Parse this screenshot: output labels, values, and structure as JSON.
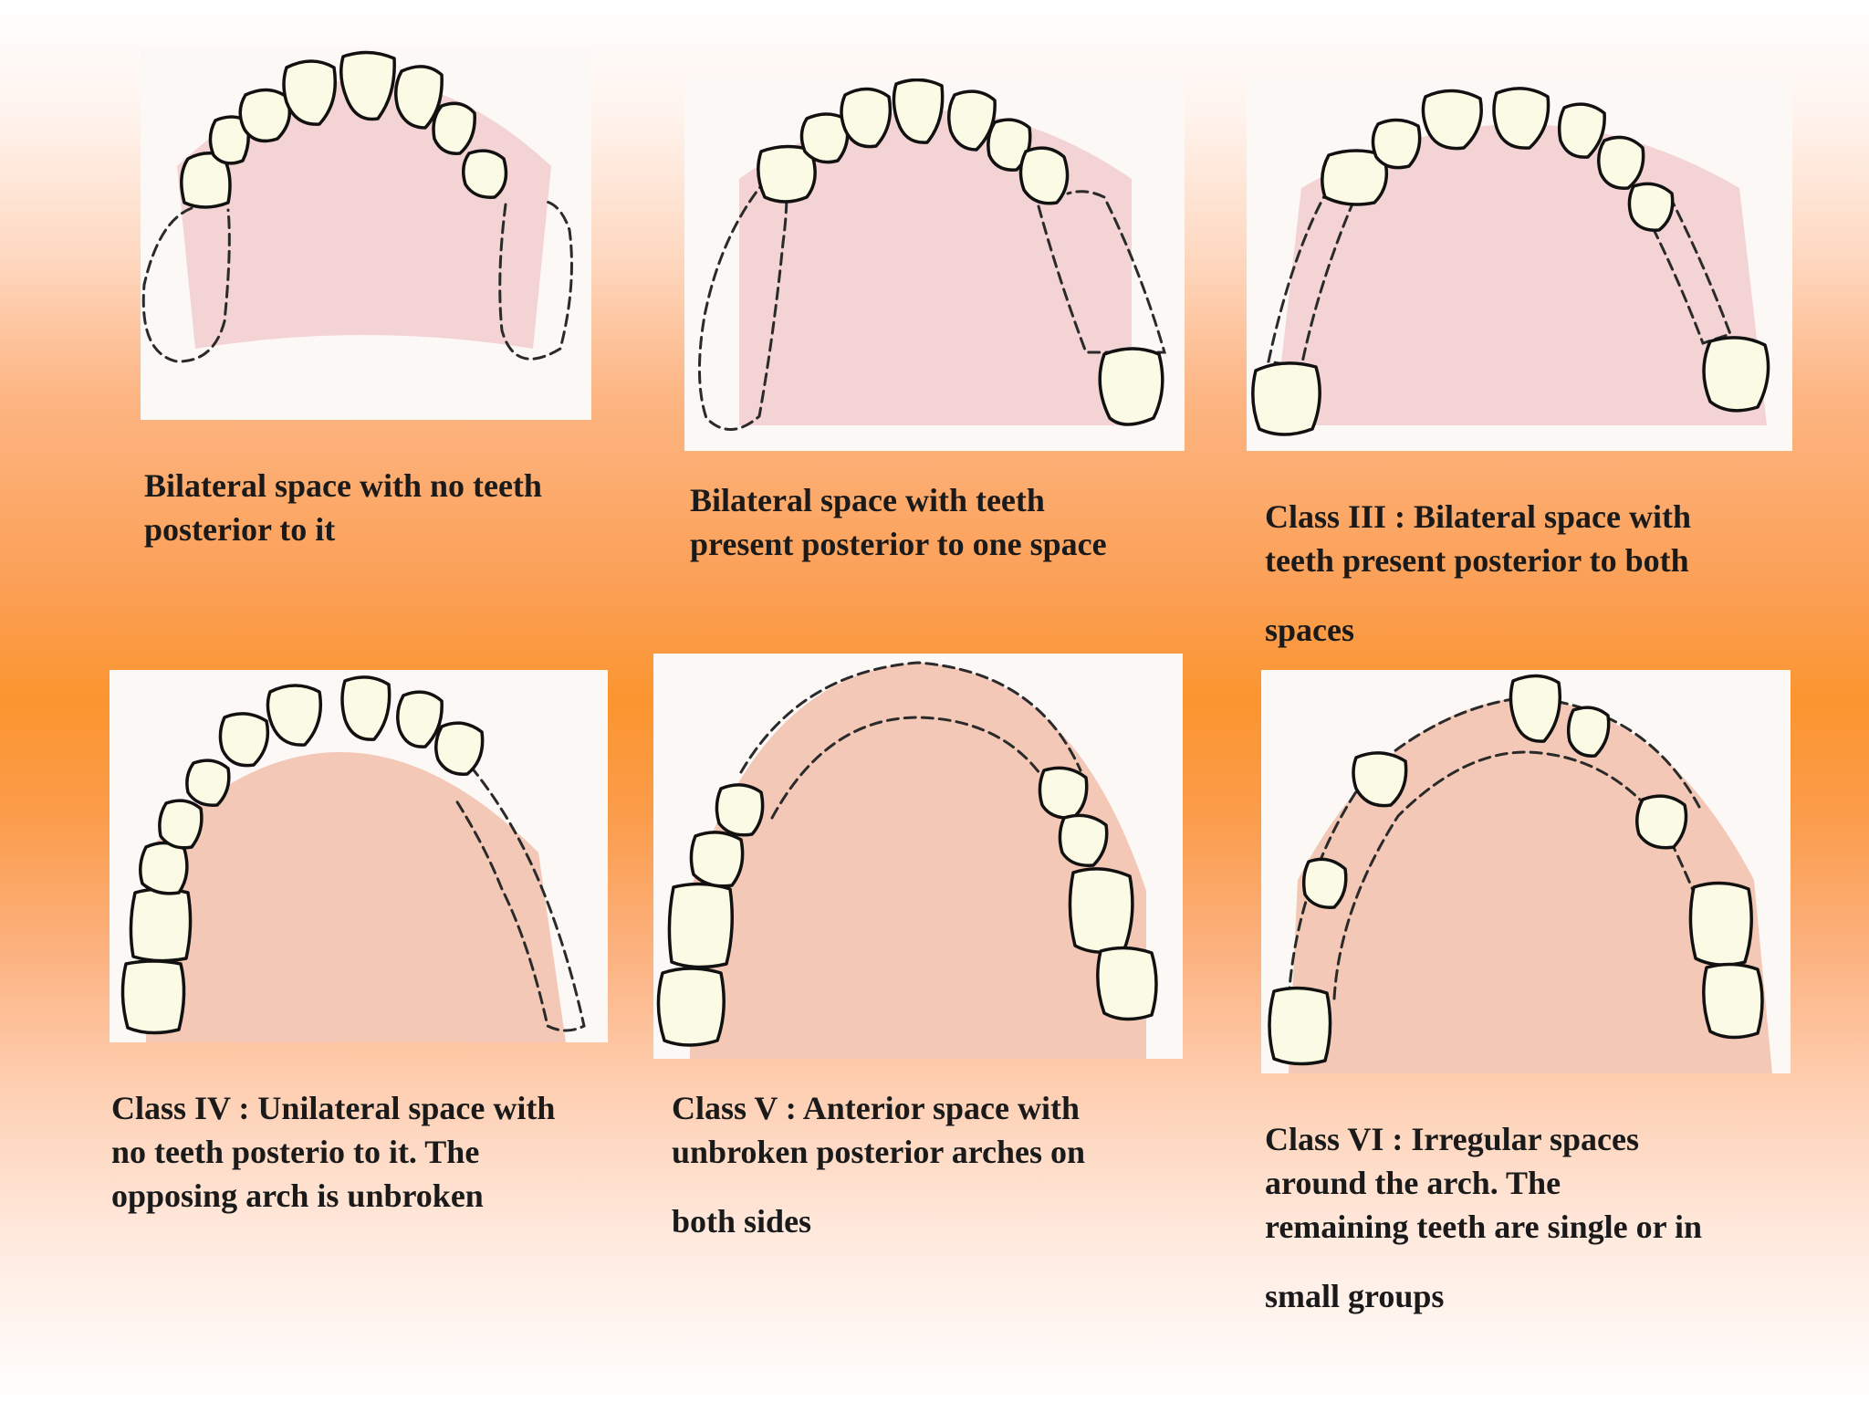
{
  "colors": {
    "background_top": "#ffffff",
    "background_mid": "#fb952f",
    "panel_fill": "#fbf8f6",
    "palate_pink": "#f3d3d3",
    "palate_peach": "#f4c8b6",
    "tooth_fill": "#fbfbe5",
    "outline": "#111111",
    "caption_text": "#1a1a1a"
  },
  "panels": [
    {
      "illustration": "bilateral-space-no-posterior-teeth",
      "caption_lines": [
        "Bilateral space with no teeth",
        "posterior to it"
      ]
    },
    {
      "illustration": "bilateral-space-teeth-posterior-to-one",
      "caption_lines": [
        "Bilateral space with teeth",
        "present posterior to one space"
      ]
    },
    {
      "illustration": "class-iii",
      "caption_lines": [
        "Class III : Bilateral space with",
        "teeth present posterior to both",
        "spaces"
      ]
    },
    {
      "illustration": "class-iv",
      "caption_lines": [
        "Class IV : Unilateral space with",
        "no teeth posterio to it. The",
        "opposing arch is unbroken"
      ]
    },
    {
      "illustration": "class-v",
      "caption_lines": [
        "Class V : Anterior space with",
        "unbroken posterior arches on",
        "both sides"
      ]
    },
    {
      "illustration": "class-vi",
      "caption_lines": [
        "Class VI : Irregular spaces",
        "around the arch. The",
        "remaining teeth are single or in",
        "small groups"
      ]
    }
  ]
}
